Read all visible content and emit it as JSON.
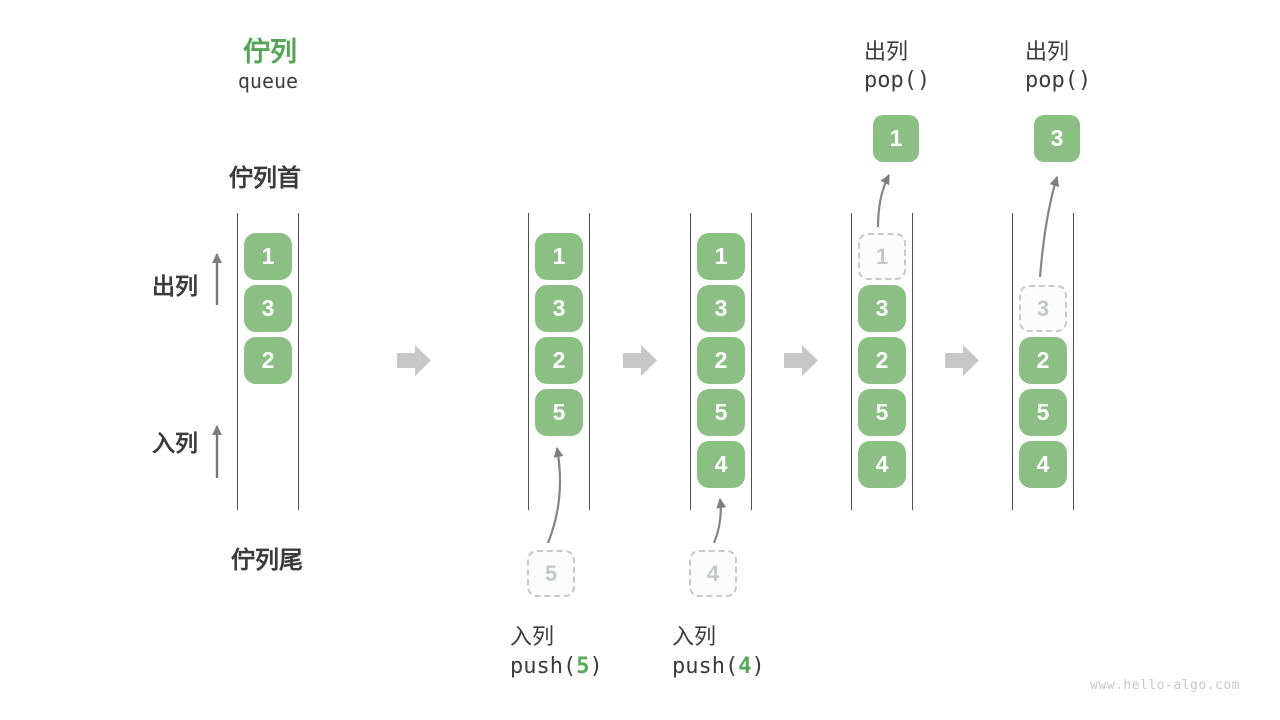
{
  "title": {
    "zh": "佇列",
    "en": "queue"
  },
  "side_labels": {
    "front": "佇列首",
    "rear": "佇列尾",
    "dequeue": "出列",
    "enqueue": "入列"
  },
  "watermark": "www.hello-algo.com",
  "colors": {
    "item_green": "#8cbf84",
    "title_green": "#55a455",
    "code_arg_green": "#57a65a",
    "dark_text": "#3b3b3b",
    "wall_gray": "#4e4e4e",
    "flow_arrow_gray": "#c7c7c7",
    "thin_arrow_gray": "#808080",
    "dashed_border_gray": "#c8c8c8",
    "dashed_text_gray": "#c3c7ca",
    "watermark_gray": "#c8c8c8"
  },
  "icons": {
    "flow_arrow": "block-arrow-right",
    "dequeue_arrow": "arrow-up",
    "enqueue_arrow": "arrow-up"
  },
  "columns": [
    {
      "step": "initial",
      "slots": [
        {
          "value": "1",
          "style": "solid"
        },
        {
          "value": "3",
          "style": "solid"
        },
        {
          "value": "2",
          "style": "solid"
        },
        null,
        null
      ],
      "op": null
    },
    {
      "step": "push-5",
      "slots": [
        {
          "value": "1",
          "style": "solid"
        },
        {
          "value": "3",
          "style": "solid"
        },
        {
          "value": "2",
          "style": "solid"
        },
        {
          "value": "5",
          "style": "solid"
        },
        null
      ],
      "pending_value": "5",
      "op": {
        "kind": "push",
        "label": "入列",
        "code_before": "push(",
        "arg": "5",
        "code_after": ")"
      }
    },
    {
      "step": "push-4",
      "slots": [
        {
          "value": "1",
          "style": "solid"
        },
        {
          "value": "3",
          "style": "solid"
        },
        {
          "value": "2",
          "style": "solid"
        },
        {
          "value": "5",
          "style": "solid"
        },
        {
          "value": "4",
          "style": "solid"
        }
      ],
      "pending_value": "4",
      "op": {
        "kind": "push",
        "label": "入列",
        "code_before": "push(",
        "arg": "4",
        "code_after": ")"
      }
    },
    {
      "step": "pop-1",
      "slots": [
        {
          "value": "1",
          "style": "dashed"
        },
        {
          "value": "3",
          "style": "solid"
        },
        {
          "value": "2",
          "style": "solid"
        },
        {
          "value": "5",
          "style": "solid"
        },
        {
          "value": "4",
          "style": "solid"
        }
      ],
      "popped_value": "1",
      "op": {
        "kind": "pop",
        "label": "出列",
        "code_before": "pop()",
        "arg": "",
        "code_after": ""
      }
    },
    {
      "step": "pop-3",
      "slots": [
        null,
        {
          "value": "3",
          "style": "dashed"
        },
        {
          "value": "2",
          "style": "solid"
        },
        {
          "value": "5",
          "style": "solid"
        },
        {
          "value": "4",
          "style": "solid"
        }
      ],
      "popped_value": "3",
      "op": {
        "kind": "pop",
        "label": "出列",
        "code_before": "pop()",
        "arg": "",
        "code_after": ""
      }
    }
  ]
}
